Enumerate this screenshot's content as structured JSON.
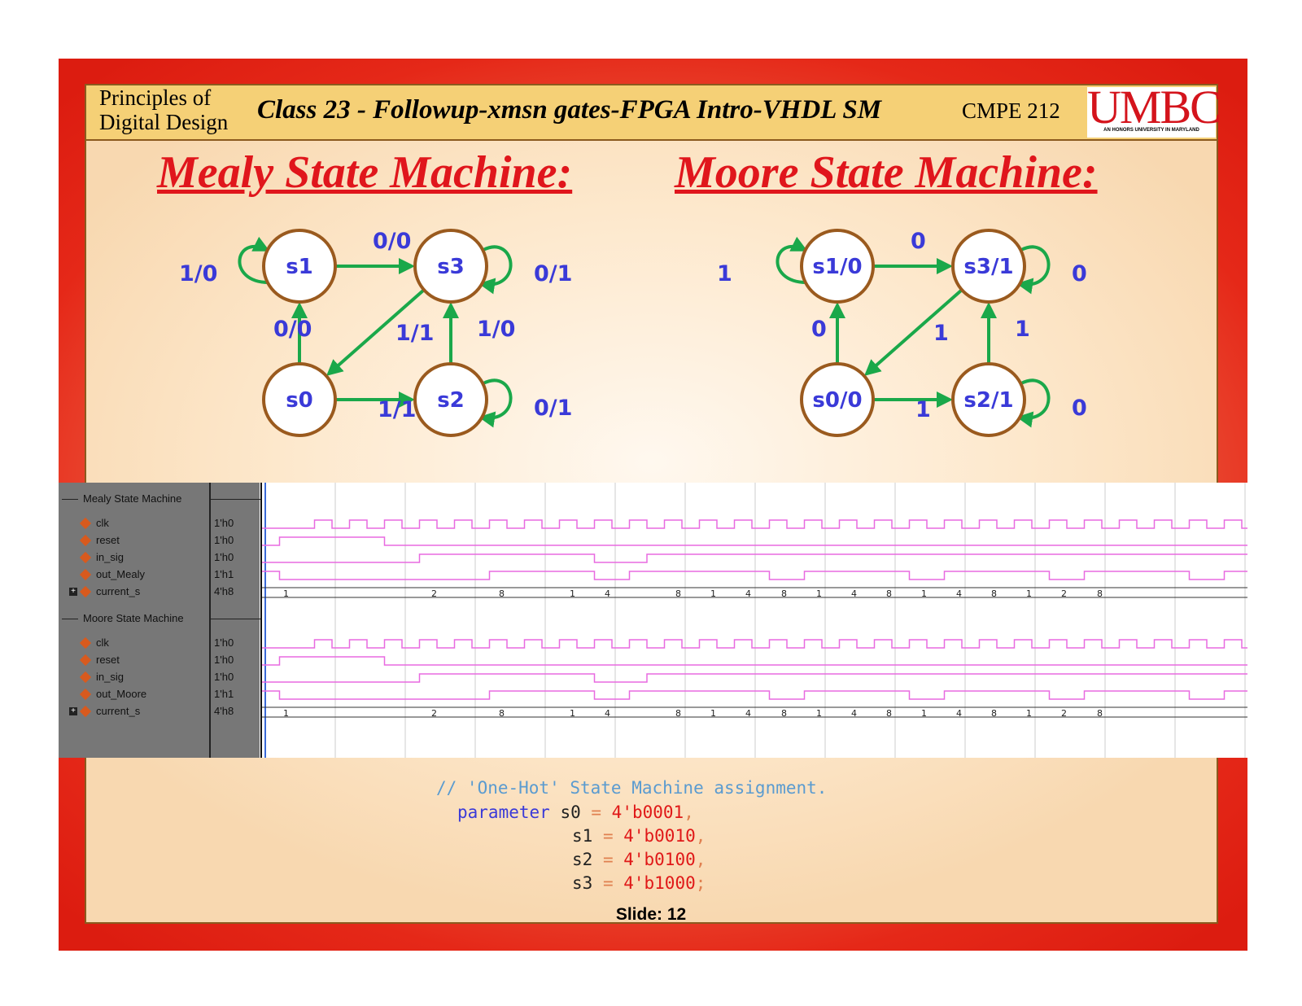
{
  "header": {
    "left_line1": "Principles of",
    "left_line2": "Digital Design",
    "title": "Class 23 - Followup-xmsn gates-FPGA Intro-VHDL SM",
    "course": "CMPE 212",
    "logo": "UMBC",
    "logo_sub": "AN HONORS UNIVERSITY IN MARYLAND"
  },
  "mealy": {
    "title": "Mealy State Machine:",
    "states": [
      "s1",
      "s3",
      "s0",
      "s2"
    ],
    "transitions": [
      {
        "from": "s1",
        "to": "s1",
        "label": "1/0"
      },
      {
        "from": "s1",
        "to": "s3",
        "label": "0/0"
      },
      {
        "from": "s3",
        "to": "s3",
        "label": "0/1"
      },
      {
        "from": "s0",
        "to": "s1",
        "label": "0/0"
      },
      {
        "from": "s3",
        "to": "s0",
        "label": "1/1"
      },
      {
        "from": "s2",
        "to": "s3",
        "label": "1/0"
      },
      {
        "from": "s0",
        "to": "s2",
        "label": "1/1"
      },
      {
        "from": "s2",
        "to": "s2",
        "label": "0/1"
      }
    ]
  },
  "moore": {
    "title": "Moore State Machine:",
    "states": [
      "s1/0",
      "s3/1",
      "s0/0",
      "s2/1"
    ],
    "transitions": [
      {
        "from": "s1/0",
        "to": "s1/0",
        "label": "1"
      },
      {
        "from": "s1/0",
        "to": "s3/1",
        "label": "0"
      },
      {
        "from": "s3/1",
        "to": "s3/1",
        "label": "0"
      },
      {
        "from": "s0/0",
        "to": "s1/0",
        "label": "0"
      },
      {
        "from": "s3/1",
        "to": "s0/0",
        "label": "1"
      },
      {
        "from": "s2/1",
        "to": "s3/1",
        "label": "1"
      },
      {
        "from": "s0/0",
        "to": "s2/1",
        "label": "1"
      },
      {
        "from": "s2/1",
        "to": "s2/1",
        "label": "0"
      }
    ]
  },
  "waveform": {
    "groups": [
      {
        "name": "Mealy State Machine",
        "signals": [
          {
            "name": "clk",
            "value": "1'h0"
          },
          {
            "name": "reset",
            "value": "1'h0"
          },
          {
            "name": "in_sig",
            "value": "1'h0"
          },
          {
            "name": "out_Mealy",
            "value": "1'h1"
          },
          {
            "name": "current_s",
            "value": "4'h8",
            "bus": [
              "1",
              "2",
              "8",
              "1",
              "4",
              "8",
              "1",
              "4",
              "8",
              "1",
              "4",
              "8",
              "1",
              "4",
              "8",
              "1",
              "2",
              "8"
            ]
          }
        ]
      },
      {
        "name": "Moore State Machine",
        "signals": [
          {
            "name": "clk",
            "value": "1'h0"
          },
          {
            "name": "reset",
            "value": "1'h0"
          },
          {
            "name": "in_sig",
            "value": "1'h0"
          },
          {
            "name": "out_Moore",
            "value": "1'h1"
          },
          {
            "name": "current_s",
            "value": "4'h8",
            "bus": [
              "1",
              "2",
              "8",
              "1",
              "4",
              "8",
              "1",
              "4",
              "8",
              "1",
              "4",
              "8",
              "1",
              "4",
              "8",
              "1",
              "2",
              "8"
            ]
          }
        ]
      }
    ]
  },
  "code": {
    "comment": "// 'One-Hot' State Machine assignment.",
    "keyword": "parameter",
    "assignments": [
      {
        "name": "s0",
        "value": "4'b0001",
        "end": ","
      },
      {
        "name": "s1",
        "value": "4'b0010",
        "end": ","
      },
      {
        "name": "s2",
        "value": "4'b0100",
        "end": ","
      },
      {
        "name": "s3",
        "value": "4'b1000",
        "end": ";"
      }
    ]
  },
  "footer": "Slide: 12",
  "colors": {
    "frame": "#e52818",
    "header": "#f5d076",
    "title": "#e0161c",
    "edge": "#1aa84a",
    "state_border": "#9a5a1e",
    "label": "#3a3ad8",
    "wave": "#e86ae0"
  }
}
